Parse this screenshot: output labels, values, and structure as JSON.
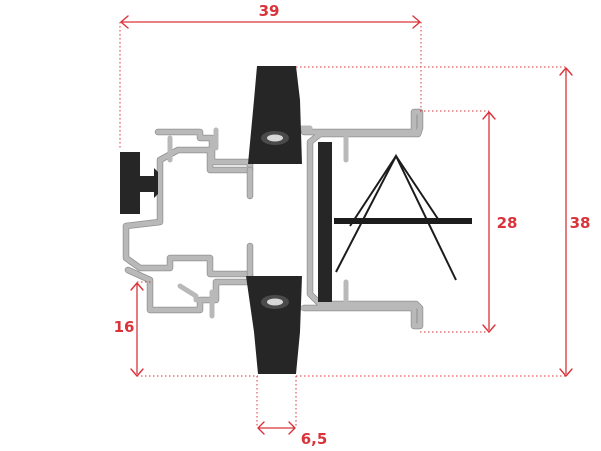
{
  "dimensions": {
    "width_top": "39",
    "height_right": "38",
    "height_inner": "28",
    "height_left": "16",
    "width_bottom": "6,5"
  },
  "colors": {
    "dimension": "#d9343a",
    "aluminium": "#b9b9b9",
    "gasket": "#262626"
  }
}
